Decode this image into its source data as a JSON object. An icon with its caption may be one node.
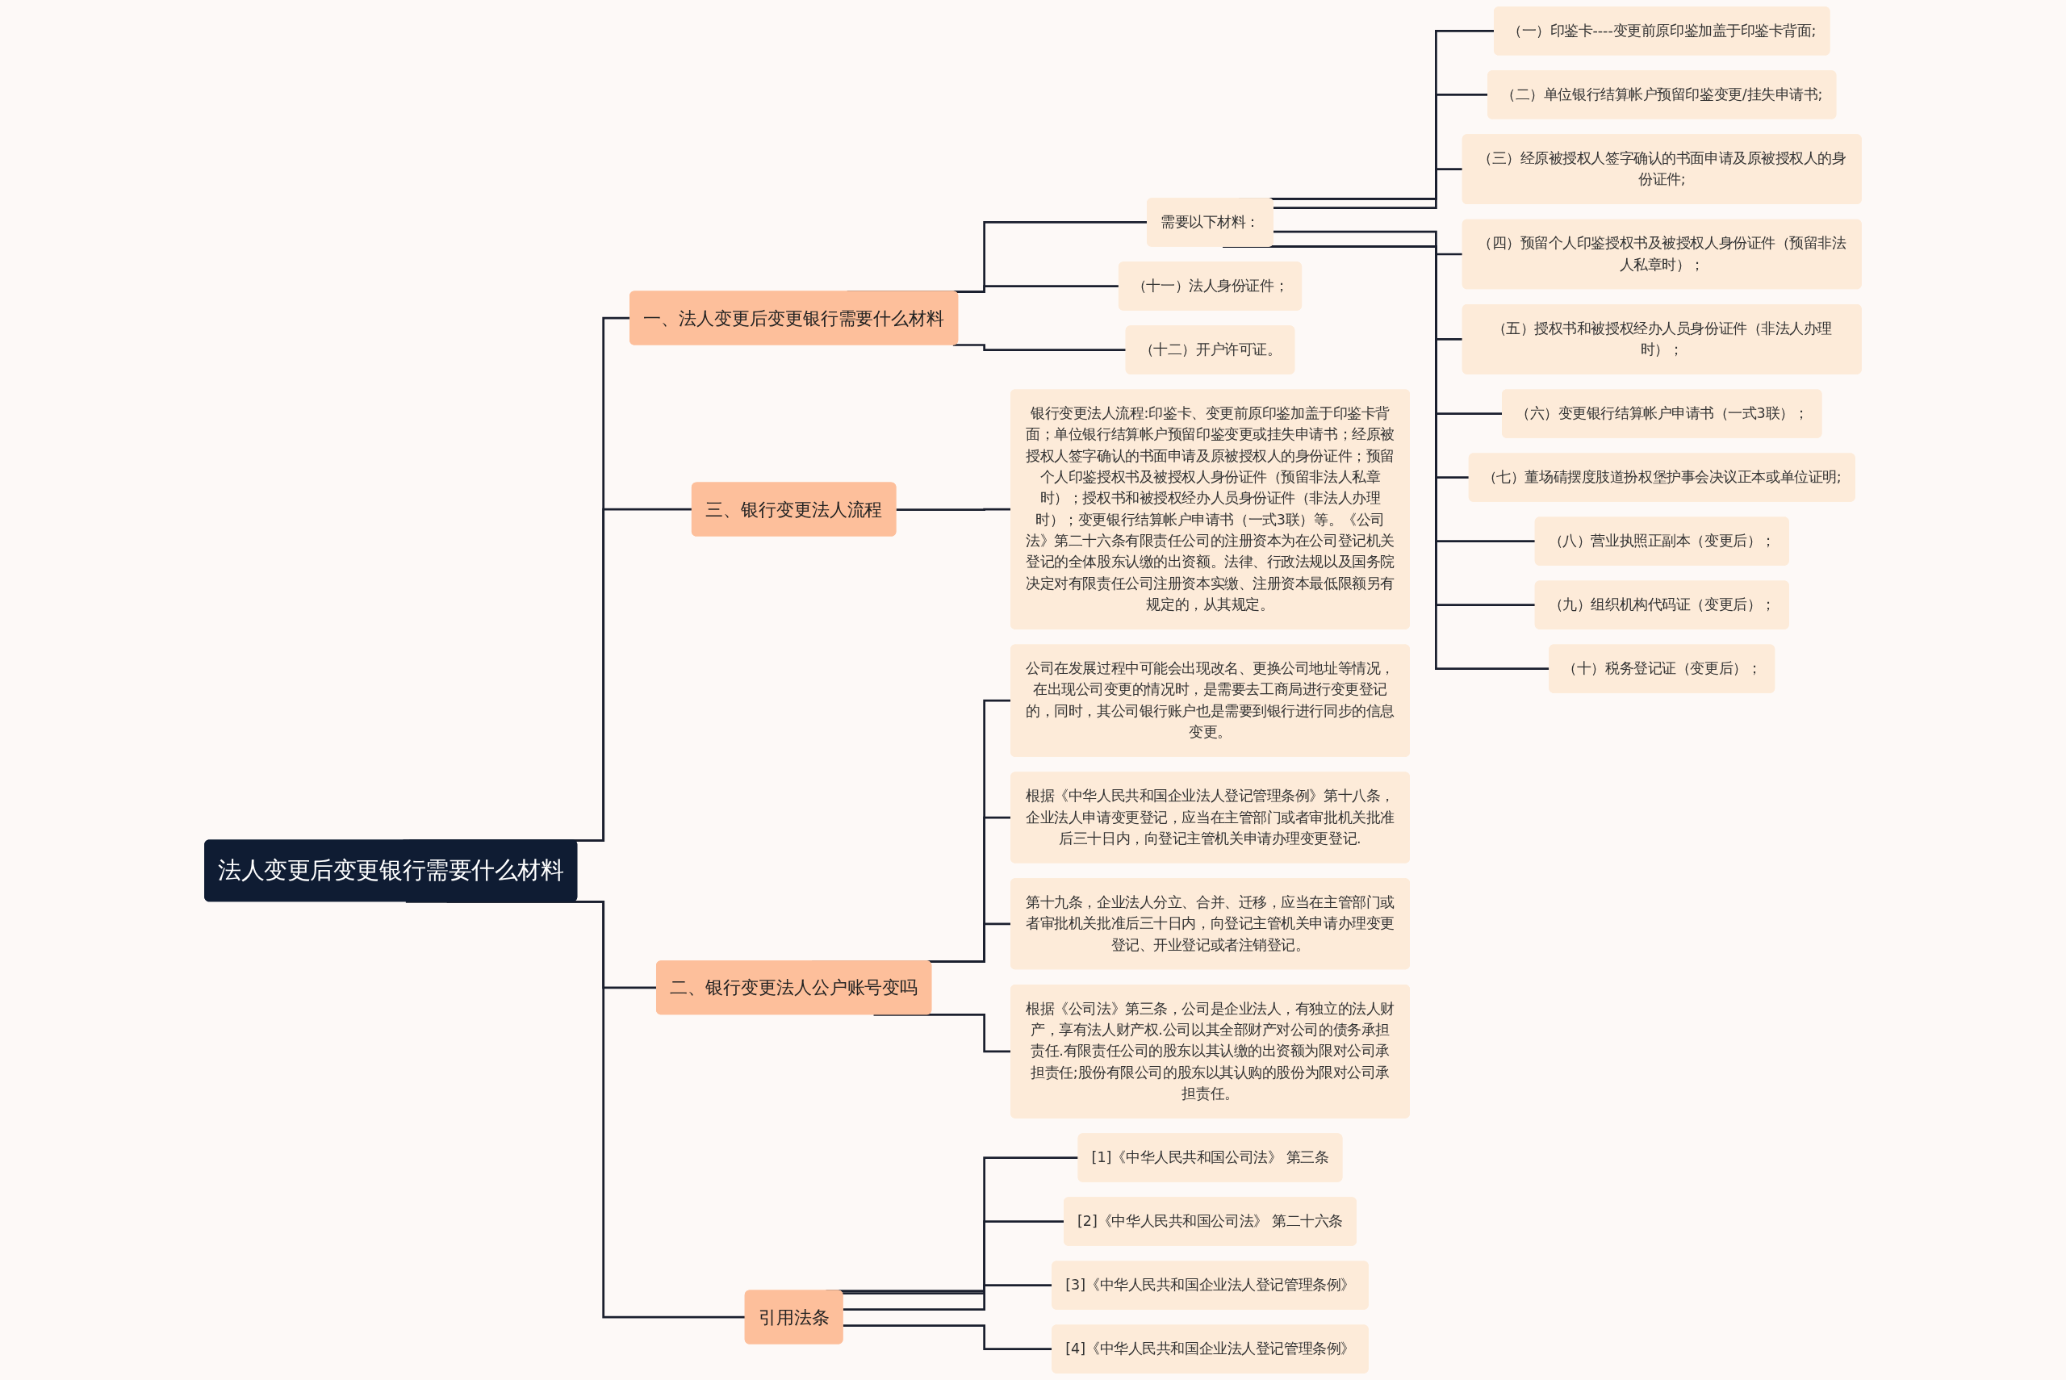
{
  "diagram": {
    "nodes": [
      {
        "text": [
          "法人变更后变更银行需要什么材料"
        ]
      },
      {
        "text": [
          "一、法人变更后变更银行需要什么材料"
        ]
      },
      {
        "text": [
          "需要以下材料："
        ]
      },
      {
        "text": [
          "（一）印鉴卡----变更前原印鉴加盖于印鉴卡背面;"
        ]
      },
      {
        "text": [
          "（二）单位银行结算帐户预留印鉴变更/挂失申请书;"
        ]
      },
      {
        "text": [
          "（三）经原被授权人签字确认的书面申请及原被授权人的身份证件;"
        ]
      },
      {
        "text": [
          "（四）预留个人印鉴授权书及被授权人身份证件（预留非法人私章时）；"
        ]
      },
      {
        "text": [
          "（五）授权书和被授权经办人员身份证件（非法人办理时）；"
        ]
      },
      {
        "text": [
          "（六）变更银行结算帐户申请书（一式3联）；"
        ]
      },
      {
        "text": [
          "（七）董场碃摆度肢道扮权堡护事会决议正本或单位证明;"
        ]
      },
      {
        "text": [
          "（八）营业执照正副本（变更后）；"
        ]
      },
      {
        "text": [
          "（九）组织机构代码证（变更后）；"
        ]
      },
      {
        "text": [
          "（十）税务登记证（变更后）；"
        ]
      },
      {
        "text": [
          "（十一）法人身份证件；"
        ]
      },
      {
        "text": [
          "（十二）开户许可证。"
        ]
      },
      {
        "text": [
          "三、银行变更法人流程"
        ]
      },
      {
        "text": [
          "银行变更法人流程:印鉴卡、变更前原印鉴加盖于印鉴卡背面；单位银行结算帐户预留印鉴变更或挂失申请书；经原被授权人签字确认的书面申请及原被授权人的身份证件；预留个人印鉴授权书及被授权人身份证件（预留非法人私章时）；授权书和被授权经办人员身份证件（非法人办理时）；变更银行结算帐户申请书（一式3联）等。《公司法》第二十六条有限责任公司的注册资本为在公司登记机关登记的全体股东认缴的出资额。法律、行政法规以及国务院决定对有限责任公司注册资本实缴、注册资本最低限额另有规定的，从其规定。"
        ]
      },
      {
        "text": [
          "二、银行变更法人公户账号变吗"
        ]
      },
      {
        "text": [
          "公司在发展过程中可能会出现改名、更换公司地址等情况，在出现公司变更的情况时，是需要去工商局进行变更登记的，同时，其公司银行账户也是需要到银行进行同步的信息变更。"
        ]
      },
      {
        "text": [
          "根据《中华人民共和国企业法人登记管理条例》第十八条，企业法人申请变更登记，应当在主管部门或者审批机关批准后三十日内，向登记主管机关申请办理变更登记."
        ]
      },
      {
        "text": [
          "第十九条，企业法人分立、合并、迁移，应当在主管部门或者审批机关批准后三十日内，向登记主管机关申请办理变更登记、开业登记或者注销登记。"
        ]
      },
      {
        "text": [
          "根据《公司法》第三条，公司是企业法人，有独立的法人财产，享有法人财产权.公司以其全部财产对公司的债务承担责任.有限责任公司的股东以其认缴的出资额为限对公司承担责任;股份有限公司的股东以其认购的股份为限对公司承担责任。"
        ]
      },
      {
        "text": [
          "引用法条"
        ]
      },
      {
        "text": [
          "[1]《中华人民共和国公司法》 第三条"
        ]
      },
      {
        "text": [
          "[2]《中华人民共和国公司法》 第二十六条"
        ]
      },
      {
        "text": [
          "[3]《中华人民共和国企业法人登记管理条例》"
        ]
      },
      {
        "text": [
          "[4]《中华人民共和国企业法人登记管理条例》"
        ]
      }
    ],
    "edges": [
      {
        "from": 0,
        "to": 1,
        "arrow": "none"
      },
      {
        "from": 1,
        "to": 2,
        "arrow": "none"
      },
      {
        "from": 2,
        "to": 3,
        "arrow": "none"
      },
      {
        "from": 2,
        "to": 4,
        "arrow": "none"
      },
      {
        "from": 2,
        "to": 5,
        "arrow": "none"
      },
      {
        "from": 2,
        "to": 6,
        "arrow": "none"
      },
      {
        "from": 2,
        "to": 7,
        "arrow": "none"
      },
      {
        "from": 2,
        "to": 8,
        "arrow": "none"
      },
      {
        "from": 2,
        "to": 9,
        "arrow": "none"
      },
      {
        "from": 2,
        "to": 10,
        "arrow": "none"
      },
      {
        "from": 2,
        "to": 11,
        "arrow": "none"
      },
      {
        "from": 2,
        "to": 12,
        "arrow": "none"
      },
      {
        "from": 1,
        "to": 13,
        "arrow": "none"
      },
      {
        "from": 1,
        "to": 14,
        "arrow": "none"
      },
      {
        "from": 0,
        "to": 15,
        "arrow": "none"
      },
      {
        "from": 15,
        "to": 16,
        "arrow": "none"
      },
      {
        "from": 0,
        "to": 17,
        "arrow": "none"
      },
      {
        "from": 17,
        "to": 18,
        "arrow": "none"
      },
      {
        "from": 17,
        "to": 19,
        "arrow": "none"
      },
      {
        "from": 17,
        "to": 20,
        "arrow": "none"
      },
      {
        "from": 17,
        "to": 21,
        "arrow": "none"
      },
      {
        "from": 0,
        "to": 22,
        "arrow": "none"
      },
      {
        "from": 22,
        "to": 23,
        "arrow": "none"
      },
      {
        "from": 22,
        "to": 24,
        "arrow": "none"
      },
      {
        "from": 22,
        "to": 25,
        "arrow": "none"
      },
      {
        "from": 22,
        "to": 26,
        "arrow": "none"
      }
    ]
  }
}
